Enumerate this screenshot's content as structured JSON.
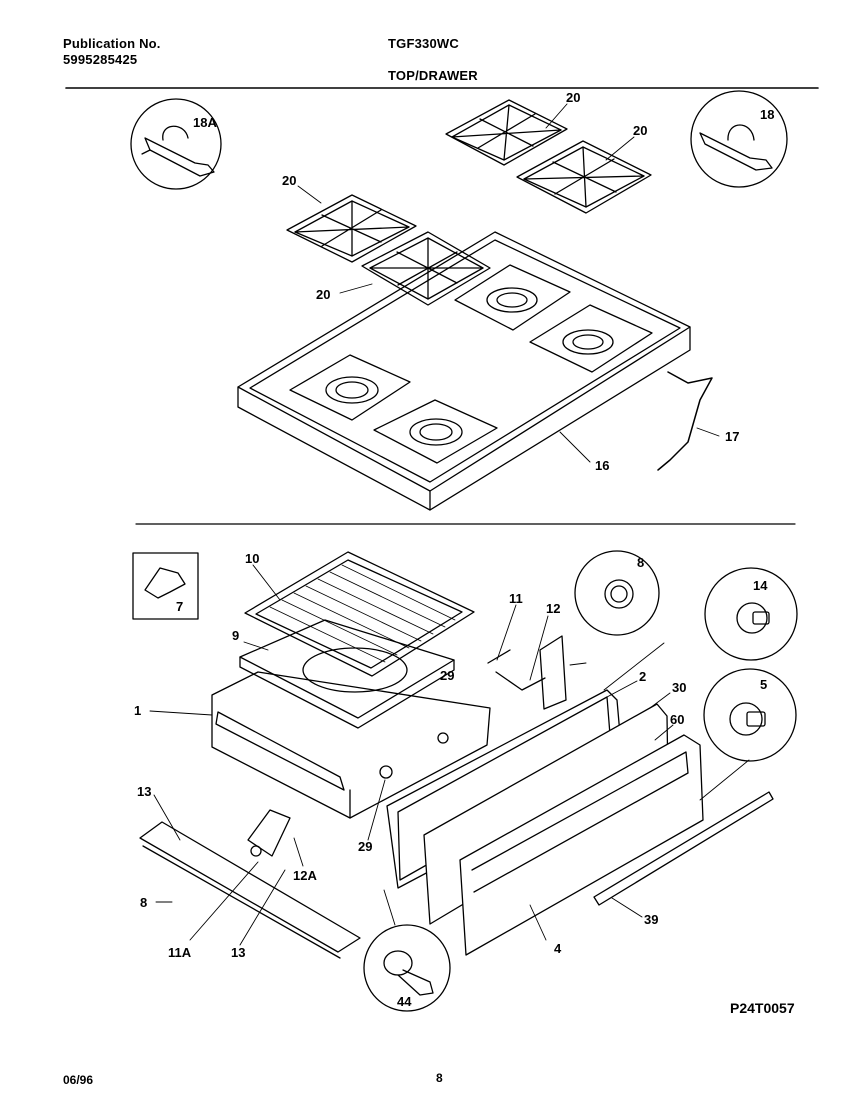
{
  "header": {
    "publication_label": "Publication No.",
    "publication_number": "5995285425",
    "model": "TGF330WC",
    "section_title": "TOP/DRAWER"
  },
  "footer": {
    "date": "06/96",
    "page_number": "8",
    "diagram_code": "P24T0057"
  },
  "callouts": {
    "c18A": "18A",
    "c18": "18",
    "c20a": "20",
    "c20b": "20",
    "c20c": "20",
    "c20d": "20",
    "c16": "16",
    "c17": "17",
    "c7": "7",
    "c10": "10",
    "c9": "9",
    "c1": "1",
    "c29a": "29",
    "c29b": "29",
    "c11": "11",
    "c12": "12",
    "c8a": "8",
    "c8b": "8",
    "c14": "14",
    "c2": "2",
    "c30": "30",
    "c60": "60",
    "c5": "5",
    "c13a": "13",
    "c13b": "13",
    "c12A": "12A",
    "c11A": "11A",
    "c44": "44",
    "c4": "4",
    "c39": "39"
  }
}
